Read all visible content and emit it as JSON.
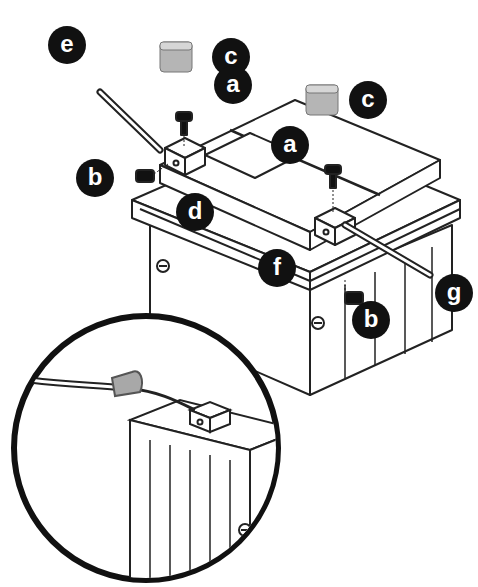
{
  "diagram": {
    "labels": [
      "c",
      "e",
      "a",
      "c",
      "a",
      "b",
      "d",
      "f",
      "g",
      "b"
    ]
  }
}
